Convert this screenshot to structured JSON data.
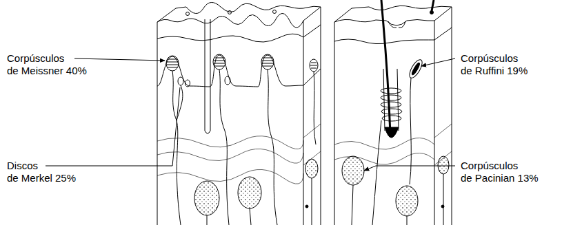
{
  "diagram": {
    "labels": [
      "Corpúsculos de Meissner 40%",
      "Discos de Merkel 25%",
      "Corpúsculos de Ruffini 19%",
      "Corpúsculos de Pacinian 13%"
    ]
  }
}
